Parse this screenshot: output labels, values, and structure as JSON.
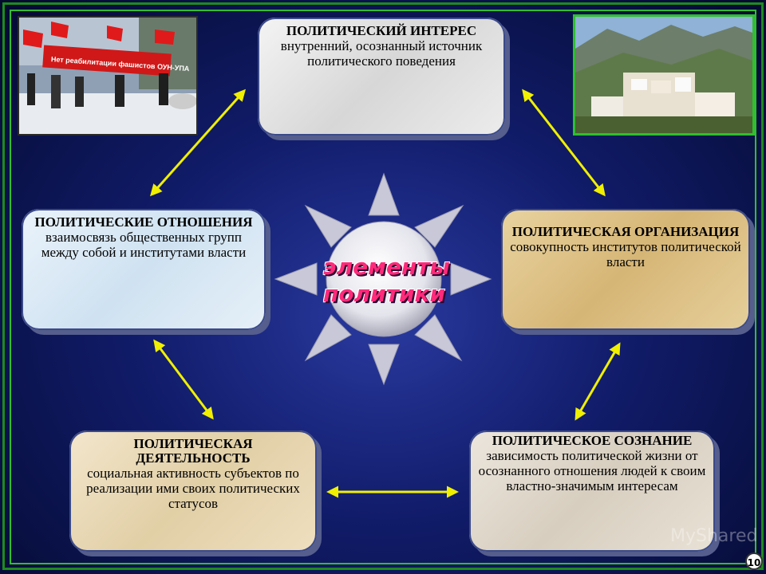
{
  "center": {
    "line1": "элементы",
    "line2": "политики"
  },
  "nodes": {
    "interest": {
      "title": "ПОЛИТИЧЕСКИЙ ИНТЕРЕС",
      "desc": "внутренний, осознанный источник политического поведения"
    },
    "relations": {
      "title": "ПОЛИТИЧЕСКИЕ ОТНОШЕНИЯ",
      "desc": "взаимосвязь общественных групп между собой и институтами власти"
    },
    "organization": {
      "title": "ПОЛИТИЧЕСКАЯ ОРГАНИЗАЦИЯ",
      "desc": "совокупность институтов политической власти"
    },
    "activity": {
      "title": "ПОЛИТИЧЕСКАЯ ДЕЯТЕЛЬНОСТЬ",
      "desc": "социальная активность субъектов по реализации ими своих политических статусов"
    },
    "consciousness": {
      "title": "ПОЛИТИЧЕСКОЕ СОЗНАНИЕ",
      "desc": "зависимость политической жизни от осознанного отношения людей к своим властно-значимым интересам"
    }
  },
  "photo_left": {
    "banner_text": "Нет реабилитации фашистов ОУН-УПА"
  },
  "watermark": "MyShared",
  "page_number": "10",
  "colors": {
    "arrow": "#f0f000",
    "ray": "#c8c8d8",
    "frame": "#2fbf2f",
    "label": "#ff2a7a"
  }
}
